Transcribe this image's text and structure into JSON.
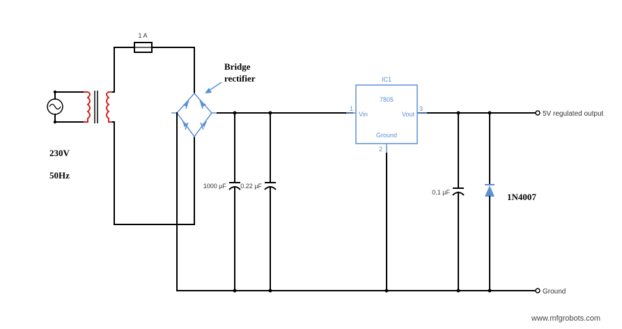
{
  "labels": {
    "fuse": "1 A",
    "bridge_line1": "Bridge",
    "bridge_line2": "rectifier",
    "voltage": "230V",
    "frequency": "50Hz",
    "ic_name": "IC1",
    "ic_part": "7805",
    "ic_vin": "Vin",
    "ic_vout": "Vout",
    "ic_ground": "Ground",
    "pin1": "1",
    "pin2": "2",
    "pin3": "3",
    "cap1": "1000 µF",
    "cap2": "0.22 µF",
    "cap3": "0.1 µF",
    "diode": "1N4007",
    "output": "5V regulated output",
    "ground": "Ground",
    "watermark": "www.mfgrobots.com"
  },
  "colors": {
    "wire": "#000000",
    "component_blue": "#5b8fd6",
    "coil_red": "#d42020"
  }
}
